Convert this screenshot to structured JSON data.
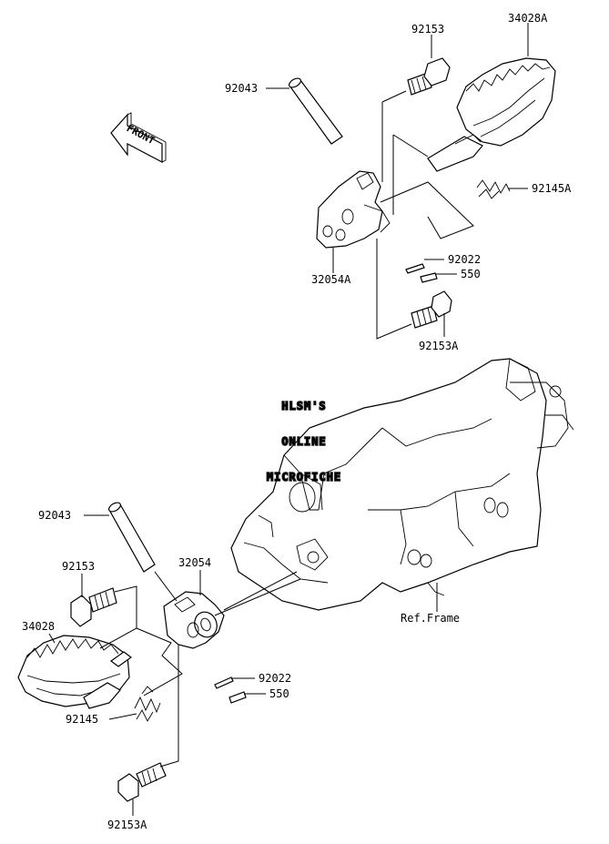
{
  "watermark": {
    "line1": "HLSM'S",
    "line2": "ONLINE",
    "line3": "MICROFICHE"
  },
  "front_label": "FRONT",
  "labels": {
    "top_92153": "92153",
    "top_34028A": "34028A",
    "top_92043": "92043",
    "top_92145A": "92145A",
    "top_92022": "92022",
    "top_550": "550",
    "top_32054A": "32054A",
    "top_92153A": "92153A",
    "bot_92043": "92043",
    "bot_92153": "92153",
    "bot_32054": "32054",
    "bot_34028": "34028",
    "bot_92022": "92022",
    "bot_550": "550",
    "bot_92145": "92145",
    "bot_92153A": "92153A",
    "ref_frame": "Ref.Frame"
  }
}
